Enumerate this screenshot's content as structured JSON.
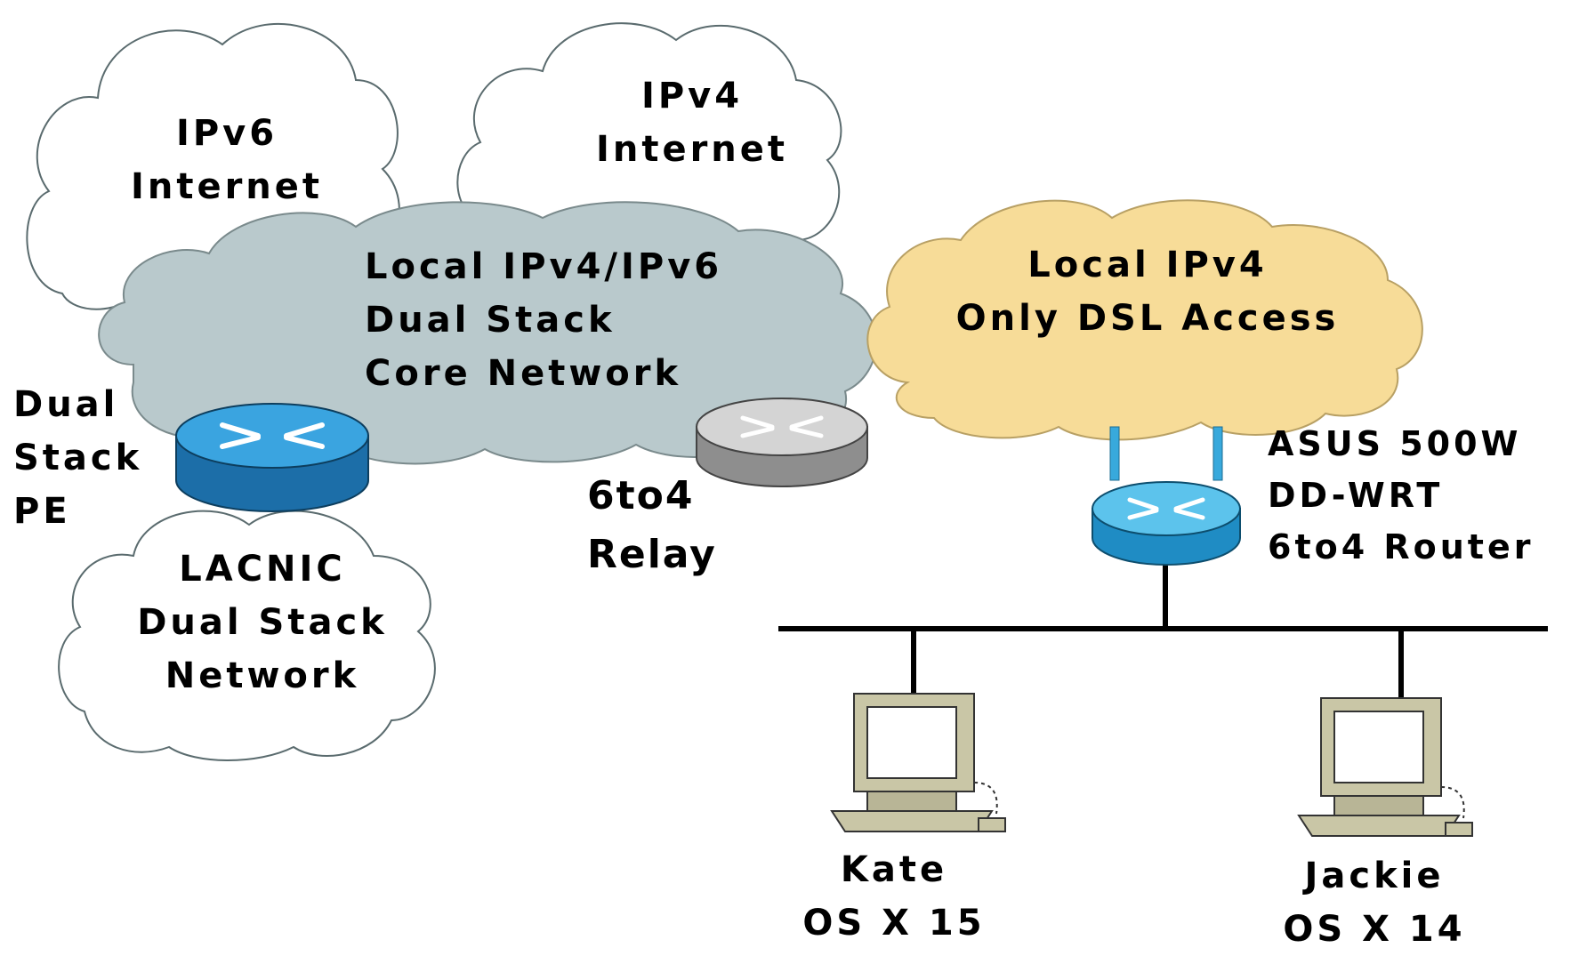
{
  "clouds": {
    "ipv6_internet": {
      "lines": [
        "IPv6",
        "Internet"
      ]
    },
    "ipv4_internet": {
      "lines": [
        "IPv4",
        "Internet"
      ]
    },
    "core_network": {
      "lines": [
        "Local IPv4/IPv6",
        "Dual Stack",
        "Core Network"
      ]
    },
    "dsl_access": {
      "lines": [
        "Local IPv4",
        "Only DSL Access"
      ]
    },
    "lacnic": {
      "lines": [
        "LACNIC",
        "Dual Stack",
        "Network"
      ]
    }
  },
  "devices": {
    "dual_stack_pe": {
      "lines": [
        "Dual",
        "Stack",
        "PE"
      ]
    },
    "relay_6to4": {
      "lines": [
        "6to4",
        "Relay"
      ]
    },
    "asus_router": {
      "lines": [
        "ASUS 500W",
        "DD-WRT",
        "6to4 Router"
      ]
    }
  },
  "hosts": {
    "kate": {
      "lines": [
        "Kate",
        "OS X 15"
      ]
    },
    "jackie": {
      "lines": [
        "Jackie",
        "OS X 14"
      ]
    }
  },
  "colors": {
    "core_cloud": "#b9c9cc",
    "dsl_cloud": "#f7dc98",
    "white_cloud": "#ffffff",
    "pe_router": "#2a8fcf",
    "relay_router": "#a8a8a8",
    "asus_router": "#38a9dc",
    "computer": "#c9c6a6"
  }
}
